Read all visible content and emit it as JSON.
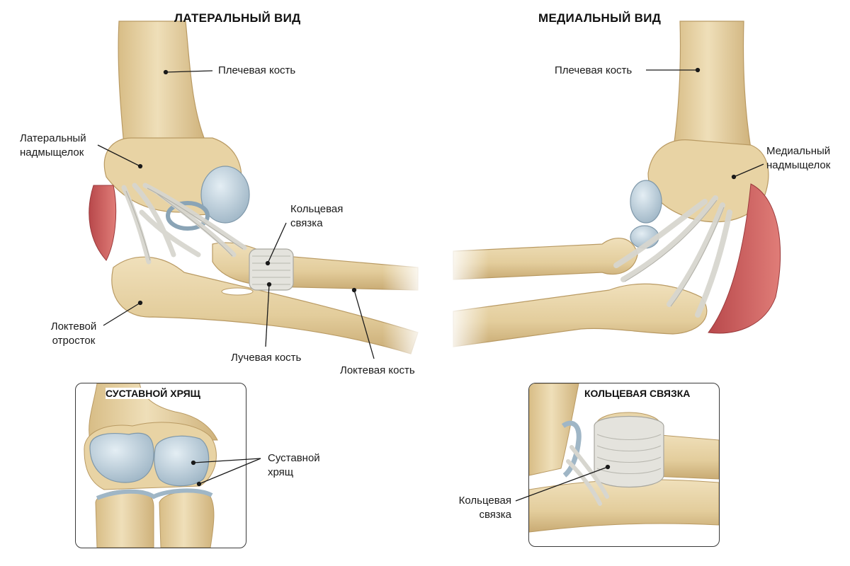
{
  "views": {
    "lateral_title": "ЛАТЕРАЛЬНЫЙ ВИД",
    "medial_title": "МЕДИАЛЬНЫЙ ВИД"
  },
  "lateral": {
    "humerus": "Плечевая кость",
    "epicondyle": [
      "Латеральный",
      "надмыщелок"
    ],
    "annular": [
      "Кольцевая",
      "связка"
    ],
    "olecranon": [
      "Локтевой",
      "отросток"
    ],
    "radius": "Лучевая кость",
    "ulna": "Локтевая кость"
  },
  "medial": {
    "humerus": "Плечевая кость",
    "epicondyle": [
      "Медиальный",
      "надмыщелок"
    ]
  },
  "inset_cartilage": {
    "title": "СУСТАВНОЙ ХРЯЩ",
    "label": [
      "Суставной",
      "хрящ"
    ]
  },
  "inset_annular": {
    "title": "КОЛЬЦЕВАЯ СВЯЗКА",
    "label": [
      "Кольцевая",
      "связка"
    ]
  },
  "colors": {
    "bone": "#e9d6aa",
    "bone_shadow": "#cdb27c",
    "cartilage": "#b9ccd8",
    "ligament": "#e3e2dc",
    "muscle": "#c9595a"
  }
}
